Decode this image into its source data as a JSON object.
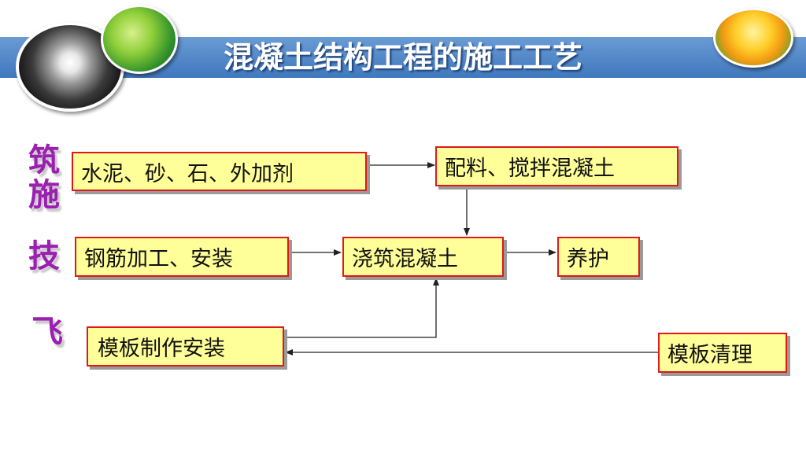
{
  "header": {
    "title": "混凝土结构工程的施工工艺",
    "bar_color": "#4a86c8",
    "title_color": "#ffffff"
  },
  "decorations": {
    "photos": [
      "dandelion-photo",
      "green-leaf-photo",
      "yellow-tulip-photo"
    ]
  },
  "side_text": {
    "chars": [
      "筑",
      "施",
      "技",
      "飞"
    ],
    "color": "#9b1fb1"
  },
  "flow": {
    "nodes": {
      "cement": "水泥、砂、石、外加剂",
      "mix": "配料、搅拌混凝土",
      "rebar": "钢筋加工、安装",
      "pour": "浇筑混凝土",
      "cure": "养护",
      "formwork": "模板制作安装",
      "clean": "模板清理"
    },
    "edges": [
      {
        "from": "cement",
        "to": "mix"
      },
      {
        "from": "mix",
        "to": "pour"
      },
      {
        "from": "rebar",
        "to": "pour"
      },
      {
        "from": "pour",
        "to": "cure"
      },
      {
        "from": "formwork",
        "to": "pour"
      },
      {
        "from": "clean",
        "to": "formwork"
      }
    ],
    "box_fill": "#ffff99",
    "box_border": "#e01818"
  }
}
